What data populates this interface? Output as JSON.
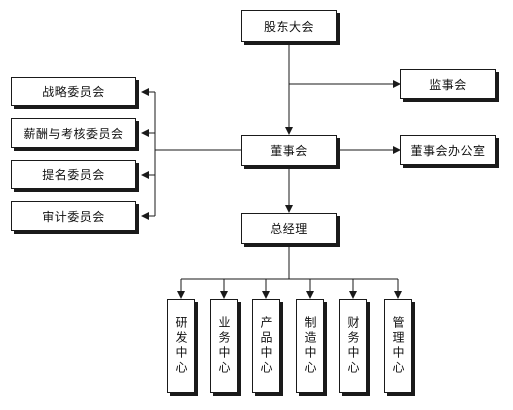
{
  "nodes": {
    "shareholders": "股东大会",
    "supervisory": "监事会",
    "board": "董事会",
    "board_office": "董事会办公室",
    "ceo": "总经理",
    "committees": [
      "战略委员会",
      "薪酬与考核委员会",
      "提名委员会",
      "审计委员会"
    ],
    "centers": [
      "研发中心",
      "业务中心",
      "产品中心",
      "制造中心",
      "财务中心",
      "管理中心"
    ]
  },
  "colors": {
    "line": "#1a1a1a",
    "box_fill": "#ffffff",
    "text": "#111111"
  }
}
